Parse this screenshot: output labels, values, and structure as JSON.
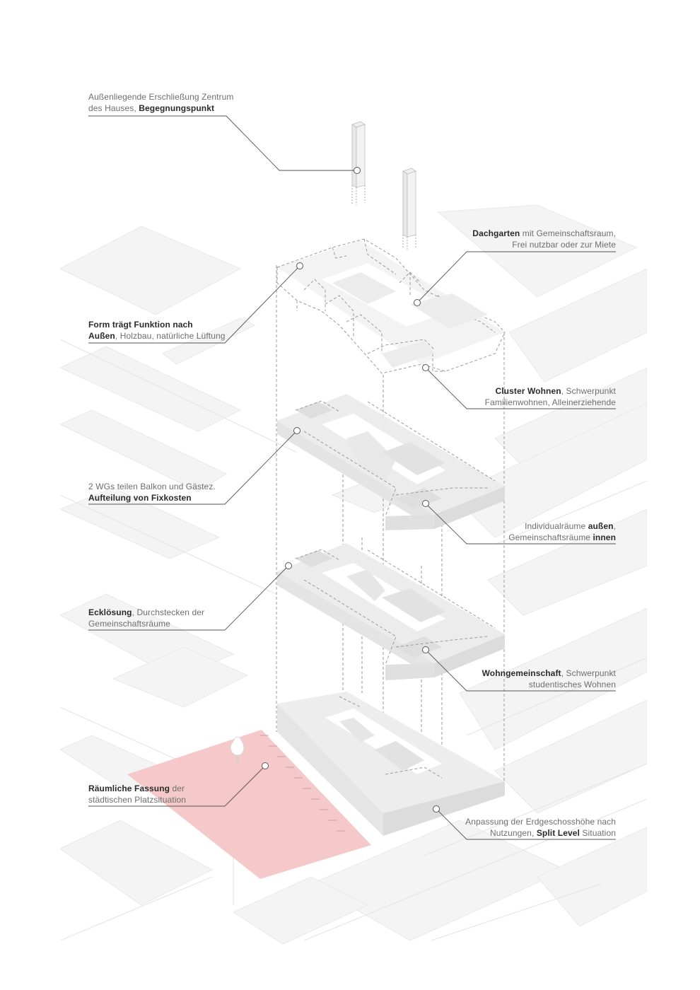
{
  "annotations": {
    "erschliessung": {
      "pre": "Außenliegende Erschließung Zentrum",
      "line2_pre": "des  Hauses, ",
      "line2_bold": "Begegnungspunkt"
    },
    "dachgarten": {
      "bold": "Dachgarten",
      "rest": " mit Gemeinschaftsraum,",
      "line2": "Frei nutzbar oder zur Miete"
    },
    "form": {
      "bold1": "Form trägt Funktion nach",
      "bold2": "Außen",
      "rest2": ", Holzbau, natürliche Lüftung"
    },
    "cluster": {
      "bold": "Cluster Wohnen",
      "rest": ", Schwerpunkt",
      "line2": "Familienwohnen,  Alleinerziehende"
    },
    "wgs": {
      "line1": "2 WGs teilen Balkon und Gästez.",
      "bold2": "Aufteilung von Fixkosten"
    },
    "individual": {
      "pre": "Individualräume ",
      "bold": "außen",
      "post": ",",
      "line2_pre": "Gemeinschaftsräume ",
      "line2_bold": "innen"
    },
    "ecke": {
      "bold": "Ecklösung",
      "rest": ", Durchstecken der",
      "line2": "Gemeinschaftsräume"
    },
    "wohngemeinschaft": {
      "bold": "Wohngemeinschaft",
      "rest": ", Schwerpunkt",
      "line2": "studentisches Wohnen"
    },
    "platz": {
      "bold": "Räumliche Fassung",
      "rest": " der",
      "line2": "städtischen Platzsituation"
    },
    "anpassung": {
      "line1": "Anpassung der Erdgeschosshöhe nach",
      "line2_pre": "Nutzungen, ",
      "line2_bold": "Split Level",
      "line2_post": " Situation"
    }
  },
  "colors": {
    "plaza": "#f5c9c9",
    "slab_top": "#ececec",
    "slab_side": "#dcdcdc",
    "slab_front": "#e6e6e6",
    "street": "#f4f4f4",
    "leader": "#555555",
    "dashed": "#9a9a9a"
  }
}
